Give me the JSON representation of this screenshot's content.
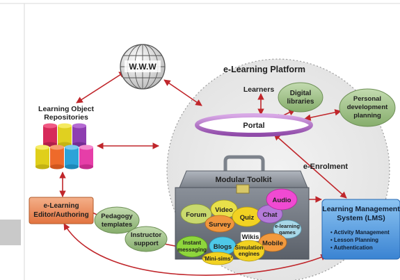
{
  "platform_title": "e-Learning Platform",
  "www": "W.W.W",
  "lor": {
    "line1": "Learning Object",
    "line2": "Repositories"
  },
  "learners": "Learners",
  "digital_libraries": {
    "line1": "Digital",
    "line2": "libraries"
  },
  "personal_dev": {
    "line1": "Personal",
    "line2": "development",
    "line3": "planning"
  },
  "portal": "Portal",
  "enrolment": "e-Enrolment",
  "toolkit_title": "Modular Toolkit",
  "editor": {
    "line1": "e-Learning",
    "line2": "Editor/Authoring"
  },
  "pedagogy": {
    "line1": "Pedagogy",
    "line2": "templates"
  },
  "instructor": {
    "line1": "Instructor",
    "line2": "support"
  },
  "lms": {
    "line1": "Learning Management",
    "line2": "System (LMS)",
    "items": [
      "• Activity Management",
      "• Lesson Planning",
      "• Authentication"
    ]
  },
  "modules": {
    "forum": "Forum",
    "video": "Video",
    "quiz": "Quiz",
    "chat": "Chat",
    "audio": "Audio",
    "survey": "Survey",
    "elearning_games": {
      "line1": "e-learning",
      "line2": "games"
    },
    "wikis": "Wikis",
    "mobile": "Mobile",
    "instant_messaging": {
      "line1": "Instant",
      "line2": "messaging"
    },
    "blogs": "Blogs",
    "simulation": {
      "line1": "Simulation",
      "line2": "engines"
    },
    "mini_sims": "'Mini-sims'"
  },
  "colors": {
    "arrow": "#c0262b",
    "oval_green": "#9fc18a",
    "editor_orange": "#e8895a",
    "lms_blue": "#4a90d8",
    "dashed_circle": "#eeeeee"
  }
}
